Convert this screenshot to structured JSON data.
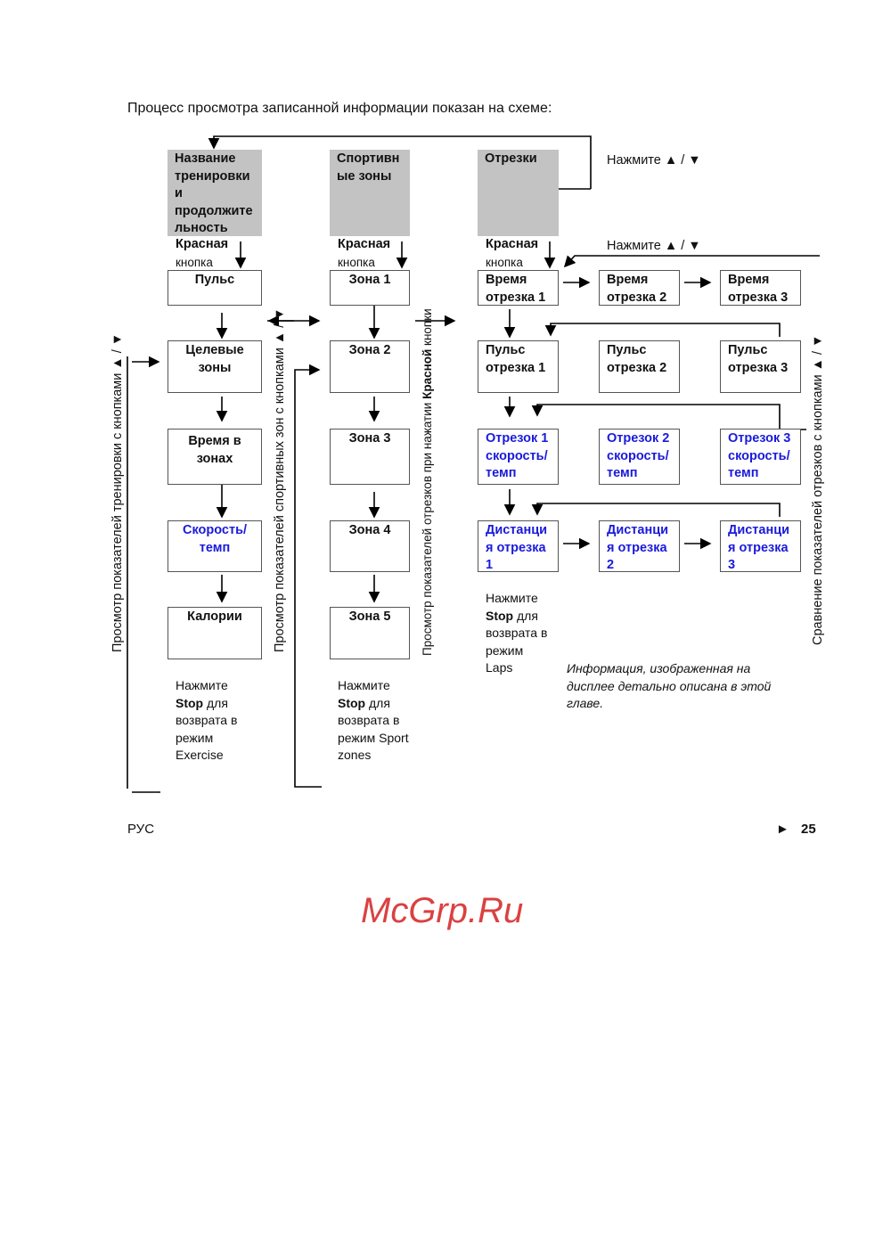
{
  "intro": "Процесс просмотра записанной информации показан на схеме:",
  "col1": {
    "header": "Название тренировки и продолжительность",
    "red1": "Красная",
    "red2": "кнопка",
    "boxes": [
      "Пульс",
      "Целевые зоны",
      "Время в зонах",
      "Скорость/темп",
      "Калории"
    ],
    "note_press": "Нажмите",
    "note_stop": "Stop",
    "note_rest": "для возврата в режим Exercise",
    "vertical": "Просмотр показателей тренировки с кнопками ▲ / ▼"
  },
  "col2": {
    "header": "Спортивные зоны",
    "red1": "Красная",
    "red2": "кнопка",
    "boxes": [
      "Зона 1",
      "Зона 2",
      "Зона 3",
      "Зона 4",
      "Зона 5"
    ],
    "note_press": "Нажмите",
    "note_stop": "Stop",
    "note_rest": "для возврата в режим Sport zones",
    "vertical": "Просмотр показателей спортивных зон с кнопками ▲ / ▼"
  },
  "col3": {
    "header": "Отрезки",
    "red1": "Красная",
    "red2": "кнопка",
    "vertical_a": "Просмотр показателей отрезков при нажатии ",
    "vertical_b": "Красной",
    "vertical_c": " кнопки",
    "note_press": "Нажмите",
    "note_stop": "Stop",
    "note_rest": "для возврата в режим Laps"
  },
  "laps": {
    "rows": [
      [
        "Время отрезка 1",
        "Время отрезка 2",
        "Время отрезка 3"
      ],
      [
        "Пульс отрезка 1",
        "Пульс отрезка 2",
        "Пульс отрезка 3"
      ],
      [
        "Отрезок 1 скорость/ темп",
        "Отрезок 2 скорость/ темп",
        "Отрезок 3 скорость/ темп"
      ],
      [
        "Дистанция отрезка 1",
        "Дистанция отрезка 2",
        "Дистанция отрезка 3"
      ]
    ]
  },
  "press1": "Нажмите ▲ / ▼",
  "press2": "Нажмите ▲ / ▼",
  "vertical_right": "Сравнение показателей отрезков с кнопками ▲ / ▼",
  "info_note": "Информация, изображенная на дисплее детально описана в этой главе.",
  "footer": {
    "lang": "РУС",
    "arrow": "►",
    "page": "25"
  },
  "watermark": "McGrp.Ru",
  "colors": {
    "blue_text": "#1a1adb",
    "gray_box": "#c3c3c3"
  }
}
